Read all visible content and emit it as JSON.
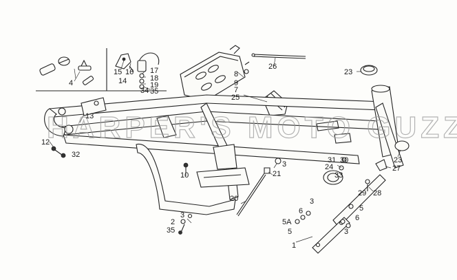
{
  "diagram": {
    "watermark": "HARPER'S MOTO GUZZI ©",
    "labels": [
      {
        "key": "p4",
        "text": "4"
      },
      {
        "key": "p15",
        "text": "15"
      },
      {
        "key": "p16",
        "text": "16"
      },
      {
        "key": "p14",
        "text": "14"
      },
      {
        "key": "p17",
        "text": "17"
      },
      {
        "key": "p18",
        "text": "18"
      },
      {
        "key": "p19",
        "text": "19"
      },
      {
        "key": "p34",
        "text": "34"
      },
      {
        "key": "p35a",
        "text": "35"
      },
      {
        "key": "p8",
        "text": "8"
      },
      {
        "key": "p9",
        "text": "9"
      },
      {
        "key": "p7",
        "text": "7"
      },
      {
        "key": "p25",
        "text": "25"
      },
      {
        "key": "p26",
        "text": "26"
      },
      {
        "key": "p23a",
        "text": "23"
      },
      {
        "key": "p13",
        "text": "13"
      },
      {
        "key": "p12",
        "text": "12"
      },
      {
        "key": "p32",
        "text": "32"
      },
      {
        "key": "p10",
        "text": "10"
      },
      {
        "key": "p3a",
        "text": "3"
      },
      {
        "key": "p21",
        "text": "21"
      },
      {
        "key": "p31",
        "text": "31"
      },
      {
        "key": "p30",
        "text": "30"
      },
      {
        "key": "p24",
        "text": "24"
      },
      {
        "key": "p33",
        "text": "33"
      },
      {
        "key": "p23b",
        "text": "23"
      },
      {
        "key": "p27",
        "text": "27"
      },
      {
        "key": "p29",
        "text": "29"
      },
      {
        "key": "p28",
        "text": "28"
      },
      {
        "key": "p20",
        "text": "20"
      },
      {
        "key": "p3b",
        "text": "3"
      },
      {
        "key": "p6a",
        "text": "6"
      },
      {
        "key": "p5a",
        "text": "5A"
      },
      {
        "key": "p5b",
        "text": "5"
      },
      {
        "key": "p1",
        "text": "1"
      },
      {
        "key": "p5c",
        "text": "5"
      },
      {
        "key": "p6b",
        "text": "6"
      },
      {
        "key": "p3c",
        "text": "3"
      },
      {
        "key": "p3d",
        "text": "3"
      },
      {
        "key": "p2",
        "text": "2"
      },
      {
        "key": "p35b",
        "text": "35"
      }
    ]
  }
}
